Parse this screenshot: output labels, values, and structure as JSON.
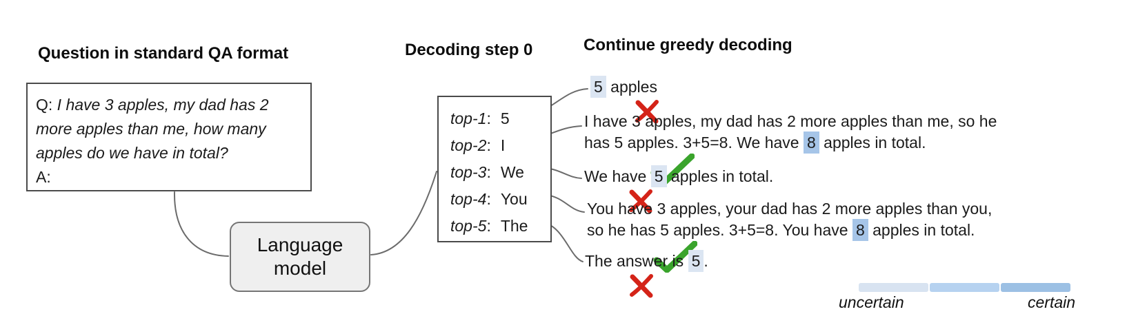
{
  "figure": {
    "left": {
      "heading": "Question in standard QA format",
      "box_lines": [
        [
          {
            "t": "Q: "
          },
          {
            "t": "I have 3 apples, my dad has 2",
            "i": true
          }
        ],
        [
          {
            "t": "more apples than me, how many",
            "i": true
          }
        ],
        [
          {
            "t": "apples do we have in total?",
            "i": true
          }
        ],
        [
          {
            "t": "A:"
          }
        ]
      ]
    },
    "model": {
      "line1": "Language",
      "line2": "model"
    },
    "decoding": {
      "heading": "Decoding step 0",
      "rows": [
        {
          "rank": "top-1",
          "token": "5"
        },
        {
          "rank": "top-2",
          "token": "I"
        },
        {
          "rank": "top-3",
          "token": "We"
        },
        {
          "rank": "top-4",
          "token": "You"
        },
        {
          "rank": "top-5",
          "token": "The"
        }
      ]
    },
    "continue": {
      "heading": "Continue greedy decoding",
      "items": [
        {
          "verdict": "wrong",
          "lines": [
            [
              {
                "t": "5",
                "h": "light"
              },
              {
                "t": " apples"
              }
            ]
          ]
        },
        {
          "verdict": "correct",
          "lines": [
            [
              {
                "t": "I have 3 apples, my dad has 2 more apples than me, so he"
              }
            ],
            [
              {
                "t": "has 5 apples. 3+5=8. We have "
              },
              {
                "t": "8",
                "h": "medium"
              },
              {
                "t": " apples in total."
              }
            ]
          ]
        },
        {
          "verdict": "wrong",
          "lines": [
            [
              {
                "t": "We have "
              },
              {
                "t": "5",
                "h": "light"
              },
              {
                "t": " apples in total."
              }
            ]
          ]
        },
        {
          "verdict": "correct",
          "lines": [
            [
              {
                "t": "You have 3 apples, your dad has 2 more apples than you,"
              }
            ],
            [
              {
                "t": "so he has 5 apples. 3+5=8. You have "
              },
              {
                "t": "8",
                "h": "medium"
              },
              {
                "t": " apples in total."
              }
            ]
          ]
        },
        {
          "verdict": "wrong",
          "lines": [
            [
              {
                "t": "The answer is "
              },
              {
                "t": "5",
                "h": "light"
              },
              {
                "t": "."
              }
            ]
          ]
        }
      ]
    },
    "legend": {
      "left_label": "uncertain",
      "right_label": "certain",
      "colors": [
        "#d8e3f1",
        "#b6d2f0",
        "#9cc0e4"
      ]
    }
  },
  "colors": {
    "highlight_light": "#dbe5f2",
    "highlight_medium": "#a6c5e8",
    "cross": "#d42318",
    "check": "#3aa42c",
    "connector": "#6b6b6b",
    "model_fill": "#efefef",
    "model_border": "#757575"
  }
}
